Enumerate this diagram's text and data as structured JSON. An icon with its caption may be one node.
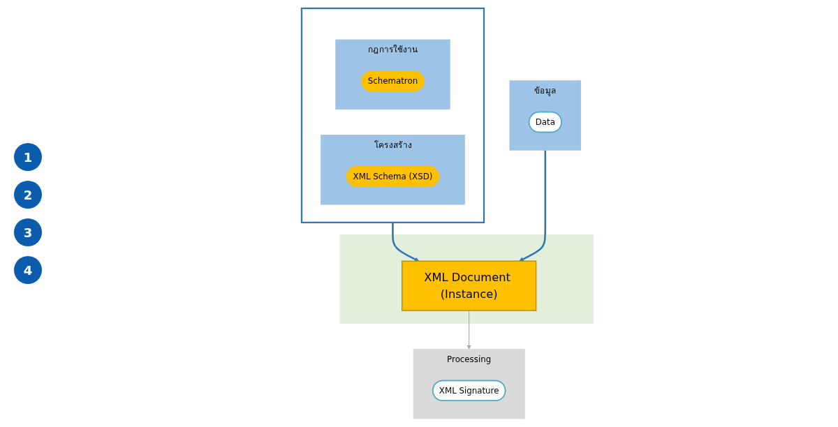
{
  "diagram": {
    "nodes": [
      {
        "text": [],
        "shape": "box"
      },
      {
        "text": [
          "โครงสร้าง"
        ],
        "in": 0
      },
      {
        "text": [
          "XML Schema (XSD)"
        ],
        "in": 1
      },
      {
        "text": [
          "กฎการใช้งาน"
        ],
        "in": 0
      },
      {
        "text": [
          "Schematron"
        ],
        "in": 3
      },
      {
        "text": [
          "ข้อมูล"
        ]
      },
      {
        "text": [
          "Data"
        ],
        "in": 5
      },
      {
        "text": [],
        "shape": "box"
      },
      {
        "text": [
          "XML Document (Instance)"
        ],
        "in": 7
      },
      {
        "text": [
          "Processing"
        ]
      },
      {
        "text": [
          "XML Signature"
        ],
        "in": 9
      }
    ],
    "edges": [
      {
        "from": 0,
        "to": 8,
        "arrow": "to"
      },
      {
        "from": 5,
        "to": 8,
        "arrow": "to"
      },
      {
        "from": 8,
        "to": 9,
        "arrow": "to",
        "color": "#a6a6a6"
      }
    ],
    "labels": [
      "1",
      "2",
      "3",
      "4"
    ]
  }
}
